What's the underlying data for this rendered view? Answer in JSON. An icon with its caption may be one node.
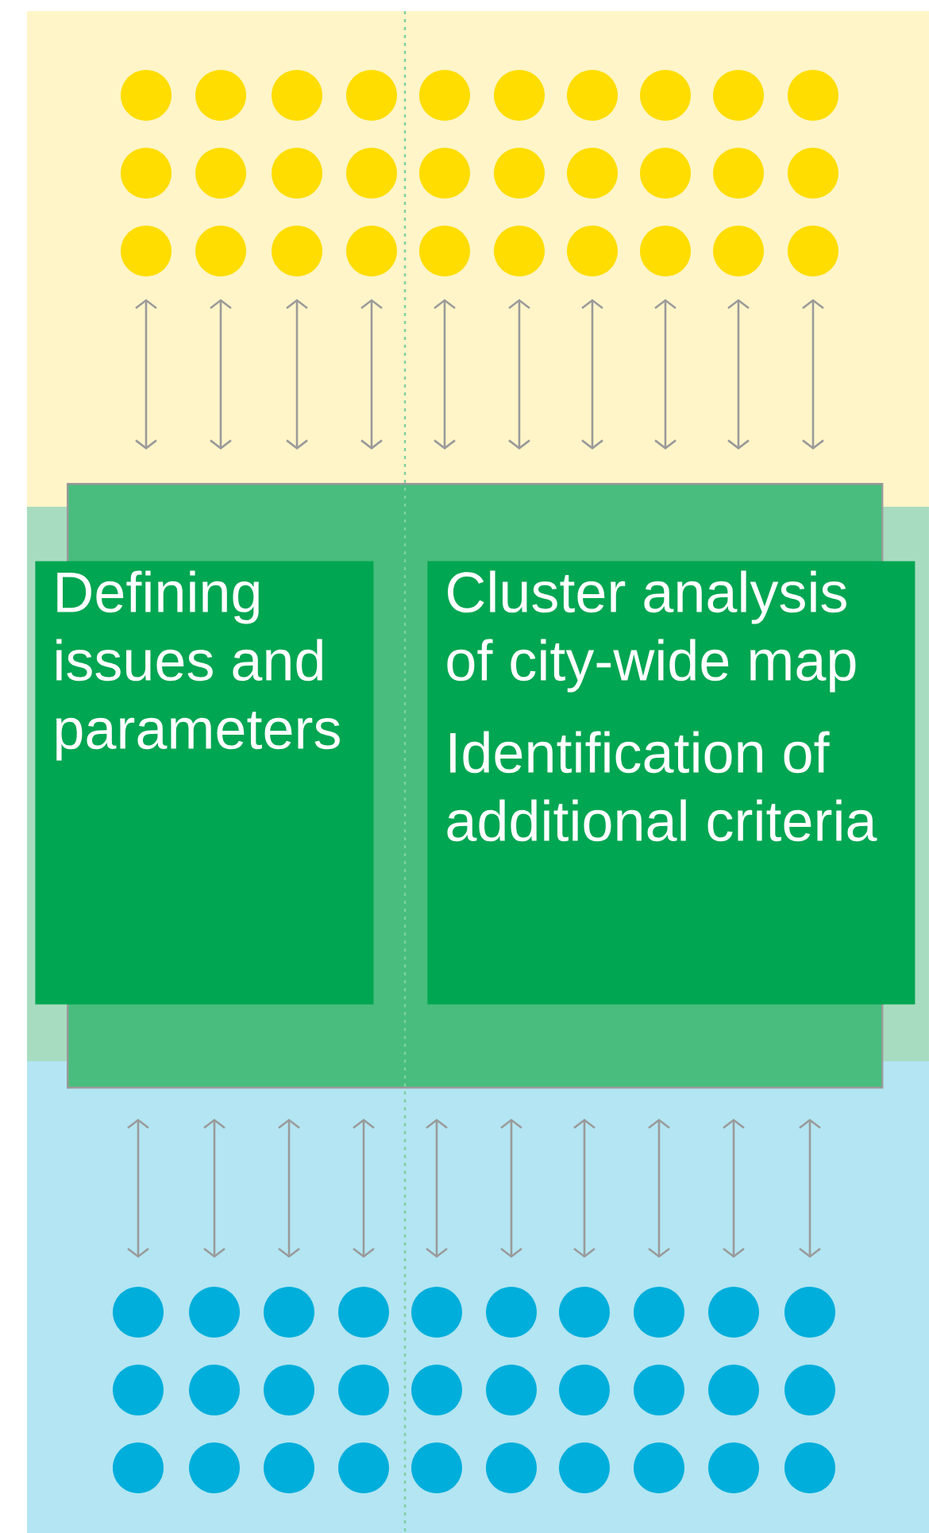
{
  "diagram": {
    "nodes": [
      {
        "text": [],
        "shape": "circle"
      },
      {
        "text": [],
        "shape": "circle"
      },
      {
        "text": [],
        "shape": "circle"
      },
      {
        "text": [],
        "shape": "circle"
      },
      {
        "text": [],
        "shape": "circle"
      },
      {
        "text": [],
        "shape": "circle"
      },
      {
        "text": [],
        "shape": "circle"
      },
      {
        "text": [],
        "shape": "circle"
      },
      {
        "text": [],
        "shape": "circle"
      },
      {
        "text": [],
        "shape": "circle"
      },
      {
        "text": [],
        "shape": "circle"
      },
      {
        "text": [],
        "shape": "circle"
      },
      {
        "text": [],
        "shape": "circle"
      },
      {
        "text": [],
        "shape": "circle"
      },
      {
        "text": [],
        "shape": "circle"
      },
      {
        "text": [],
        "shape": "circle"
      },
      {
        "text": [],
        "shape": "circle"
      },
      {
        "text": [],
        "shape": "circle"
      },
      {
        "text": [],
        "shape": "circle"
      },
      {
        "text": [],
        "shape": "circle"
      },
      {
        "text": [],
        "shape": "circle"
      },
      {
        "text": [],
        "shape": "circle"
      },
      {
        "text": [],
        "shape": "circle"
      },
      {
        "text": [],
        "shape": "circle"
      },
      {
        "text": [],
        "shape": "circle"
      },
      {
        "text": [],
        "shape": "circle"
      },
      {
        "text": [],
        "shape": "circle"
      },
      {
        "text": [],
        "shape": "circle"
      },
      {
        "text": [],
        "shape": "circle"
      },
      {
        "text": [],
        "shape": "circle"
      },
      {
        "text": [],
        "shape": "box"
      },
      {
        "text": [
          "Defining issues and parameters"
        ]
      },
      {
        "text": [
          "Cluster analysis of city-wide map",
          "Identification of additional criteria"
        ]
      },
      {
        "text": [],
        "shape": "circle"
      },
      {
        "text": [],
        "shape": "circle"
      },
      {
        "text": [],
        "shape": "circle"
      },
      {
        "text": [],
        "shape": "circle"
      },
      {
        "text": [],
        "shape": "circle"
      },
      {
        "text": [],
        "shape": "circle"
      },
      {
        "text": [],
        "shape": "circle"
      },
      {
        "text": [],
        "shape": "circle"
      },
      {
        "text": [],
        "shape": "circle"
      },
      {
        "text": [],
        "shape": "circle"
      },
      {
        "text": [],
        "shape": "circle"
      },
      {
        "text": [],
        "shape": "circle"
      },
      {
        "text": [],
        "shape": "circle"
      },
      {
        "text": [],
        "shape": "circle"
      },
      {
        "text": [],
        "shape": "circle"
      },
      {
        "text": [],
        "shape": "circle"
      },
      {
        "text": [],
        "shape": "circle"
      },
      {
        "text": [],
        "shape": "circle"
      },
      {
        "text": [],
        "shape": "circle"
      },
      {
        "text": [],
        "shape": "circle"
      },
      {
        "text": [],
        "shape": "circle"
      },
      {
        "text": [],
        "shape": "circle"
      },
      {
        "text": [],
        "shape": "circle"
      },
      {
        "text": [],
        "shape": "circle"
      },
      {
        "text": [],
        "shape": "circle"
      },
      {
        "text": [],
        "shape": "circle"
      },
      {
        "text": [],
        "shape": "circle"
      },
      {
        "text": [],
        "shape": "circle"
      },
      {
        "text": [],
        "shape": "circle"
      },
      {
        "text": [],
        "shape": "circle"
      }
    ],
    "edges": [
      {
        "from": 20,
        "to": 30,
        "arrow": "both"
      },
      {
        "from": 21,
        "to": 30,
        "arrow": "both"
      },
      {
        "from": 22,
        "to": 30,
        "arrow": "both"
      },
      {
        "from": 23,
        "to": 30,
        "arrow": "both"
      },
      {
        "from": 24,
        "to": 30,
        "arrow": "both"
      },
      {
        "from": 25,
        "to": 30,
        "arrow": "both"
      },
      {
        "from": 26,
        "to": 30,
        "arrow": "both"
      },
      {
        "from": 27,
        "to": 30,
        "arrow": "both"
      },
      {
        "from": 28,
        "to": 30,
        "arrow": "both"
      },
      {
        "from": 29,
        "to": 30,
        "arrow": "both"
      },
      {
        "from": 30,
        "to": 33,
        "arrow": "both"
      },
      {
        "from": 30,
        "to": 34,
        "arrow": "both"
      },
      {
        "from": 30,
        "to": 35,
        "arrow": "both"
      },
      {
        "from": 30,
        "to": 36,
        "arrow": "both"
      },
      {
        "from": 30,
        "to": 37,
        "arrow": "both"
      },
      {
        "from": 30,
        "to": 38,
        "arrow": "both"
      },
      {
        "from": 30,
        "to": 39,
        "arrow": "both"
      },
      {
        "from": 30,
        "to": 40,
        "arrow": "both"
      },
      {
        "from": 30,
        "to": 41,
        "arrow": "both"
      },
      {
        "from": 30,
        "to": 42,
        "arrow": "both"
      }
    ]
  }
}
